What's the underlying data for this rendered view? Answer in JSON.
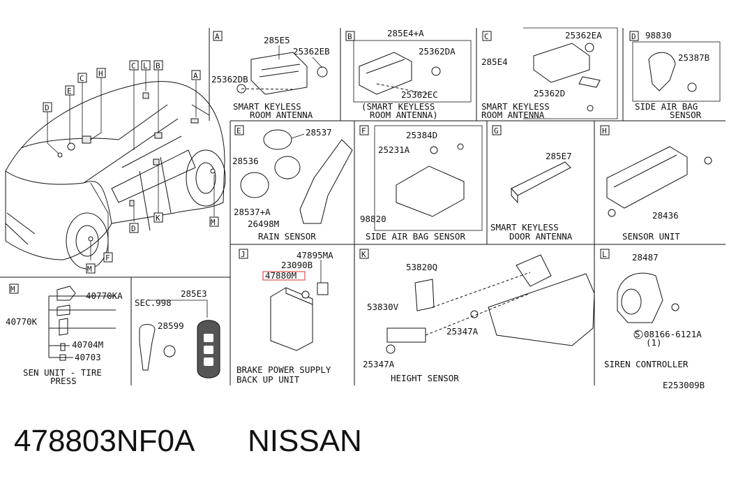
{
  "footer": {
    "part_number": "478803NF0A",
    "brand": "NISSAN"
  },
  "diagram_code": "E253009B",
  "highlight_color": "#d32f2f",
  "vehicle_letters": [
    "C",
    "L",
    "B",
    "A",
    "E",
    "C",
    "H",
    "D",
    "D",
    "K",
    "M",
    "F",
    "M"
  ],
  "panels": {
    "A": {
      "letter": "A",
      "parts": [
        "285E5",
        "25362EB",
        "25362DB"
      ],
      "caption": [
        "SMART KEYLESS",
        "ROOM ANTENNA"
      ]
    },
    "B": {
      "letter": "B",
      "parts": [
        "285E4+A",
        "25362DA",
        "25362EC"
      ],
      "caption": [
        "(SMART KEYLESS",
        "ROOM ANTENNA)"
      ]
    },
    "C": {
      "letter": "C",
      "parts": [
        "25362EA",
        "285E4",
        "25362D"
      ],
      "caption": [
        "SMART KEYLESS",
        "ROOM ANTENNA"
      ]
    },
    "D": {
      "letter": "D",
      "parts": [
        "98830",
        "25387B"
      ],
      "caption": [
        "SIDE AIR BAG",
        "SENSOR"
      ]
    },
    "E": {
      "letter": "E",
      "parts": [
        "28537",
        "28536",
        "28537+A",
        "26498M"
      ],
      "caption": [
        "RAIN SENSOR"
      ]
    },
    "F": {
      "letter": "F",
      "parts": [
        "25384D",
        "25231A",
        "98820"
      ],
      "caption": [
        "SIDE AIR BAG SENSOR"
      ]
    },
    "G": {
      "letter": "G",
      "parts": [
        "285E7"
      ],
      "caption": [
        "SMART KEYLESS",
        "DOOR ANTENNA"
      ]
    },
    "H": {
      "letter": "H",
      "parts": [
        "28436"
      ],
      "caption": [
        "SENSOR UNIT"
      ]
    },
    "J": {
      "letter": "J",
      "parts": [
        "47895MA",
        "23090B",
        "47880M"
      ],
      "caption": [
        "BRAKE POWER SUPPLY",
        "BACK UP UNIT"
      ]
    },
    "K": {
      "letter": "K",
      "parts": [
        "53820Q",
        "53830V",
        "25347A",
        "25347A"
      ],
      "caption": [
        "HEIGHT SENSOR"
      ]
    },
    "L": {
      "letter": "L",
      "parts": [
        "28487",
        "08166-6121A",
        "(1)",
        "S"
      ],
      "caption": [
        "SIREN CONTROLLER"
      ]
    },
    "M": {
      "letter": "M",
      "parts": [
        "40770KA",
        "40770K",
        "40704M",
        "40703"
      ],
      "caption": [
        "SEN UNIT - TIRE",
        "PRESS"
      ]
    },
    "KEY": {
      "parts": [
        "285E3",
        "SEC.998",
        "28599"
      ]
    }
  }
}
